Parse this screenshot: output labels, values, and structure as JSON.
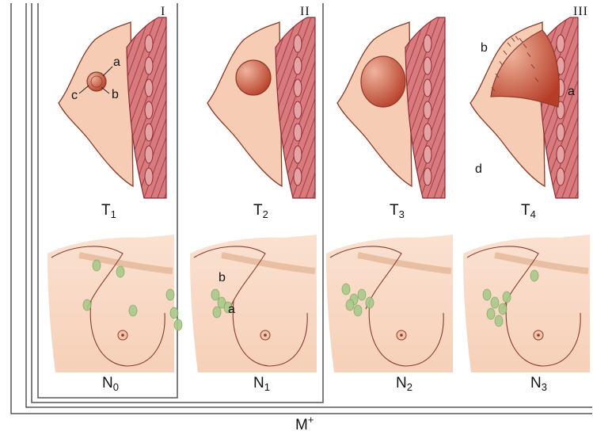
{
  "stages": [
    {
      "roman": "I",
      "t_stage": "T",
      "t_sub": "1",
      "n_stage": "N",
      "n_sub": "0"
    },
    {
      "roman": "II",
      "t_stage": "T",
      "t_sub": "2",
      "n_stage": "N",
      "n_sub": "1"
    },
    {
      "roman": "III",
      "t_stage": "T",
      "t_sub": "3",
      "n_stage": "N",
      "n_sub": "2"
    },
    {
      "roman": "",
      "t_stage": "T",
      "t_sub": "4",
      "n_stage": "N",
      "n_sub": "3"
    }
  ],
  "metastasis": {
    "label": "M",
    "sup": "+"
  },
  "annotations": {
    "t1": {
      "a": "a",
      "b": "b",
      "c": "c"
    },
    "t4": {
      "a": "a",
      "b": "b",
      "d": "d"
    },
    "n1": {
      "a": "a",
      "b": "b"
    }
  },
  "colors": {
    "skin": "#f6cdb4",
    "skin_shadow": "#eab597",
    "muscle": "#c9555a",
    "tumor": "#c0442f",
    "node": "#a9c98a",
    "outline": "#8a3b2a",
    "frame": "#555555"
  }
}
